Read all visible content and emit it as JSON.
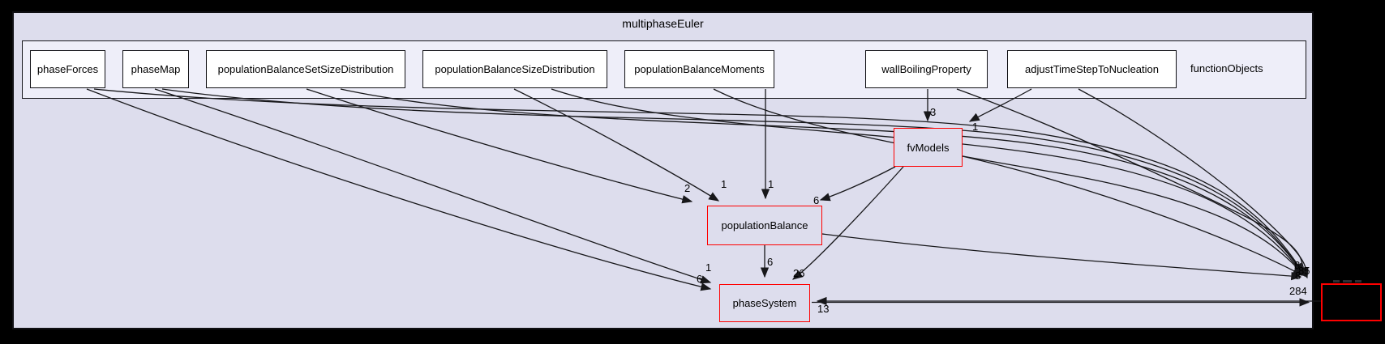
{
  "diagram": {
    "title": "multiphaseEuler",
    "cluster_label": "functionObjects",
    "colors": {
      "background": "#000000",
      "outer_cluster_fill": "#dddded",
      "inner_cluster_fill": "#eeeef9",
      "node_fill": "#ffffff",
      "dependency_node_border": "#ff0000",
      "edge_color": "#17171a"
    },
    "nodes": {
      "phaseForces": {
        "label": "phaseForces"
      },
      "phaseMap": {
        "label": "phaseMap"
      },
      "populationBalanceSetSizeDistribution": {
        "label": "populationBalanceSetSizeDistribution"
      },
      "populationBalanceSizeDistribution": {
        "label": "populationBalanceSizeDistribution"
      },
      "populationBalanceMoments": {
        "label": "populationBalanceMoments"
      },
      "wallBoilingProperty": {
        "label": "wallBoilingProperty"
      },
      "adjustTimeStepToNucleation": {
        "label": "adjustTimeStepToNucleation"
      },
      "fvModels": {
        "label": "fvModels"
      },
      "populationBalance": {
        "label": "populationBalance"
      },
      "phaseSystem": {
        "label": "phaseSystem"
      },
      "external_clipped": {
        "label": ""
      }
    },
    "edge_labels": {
      "setSizeDistribution_to_populationBalance": "2",
      "sizeDistribution_to_populationBalance": "1",
      "moments_to_populationBalance": "1",
      "fvModels_to_populationBalance": "6",
      "wallBoilingProperty_to_fvModels": "3",
      "adjustTimeStepToNucleation_to_fvModels": "1",
      "populationBalance_to_phaseSystem": "6",
      "fvModels_to_phaseSystem": "26",
      "phaseMap_to_phaseSystem": "1",
      "phaseForces_to_phaseSystem": "6",
      "external_to_phaseSystem": "13",
      "phaseSystem_to_external": "284",
      "overlapping_at_right": [
        "8",
        "85",
        "8"
      ]
    }
  }
}
